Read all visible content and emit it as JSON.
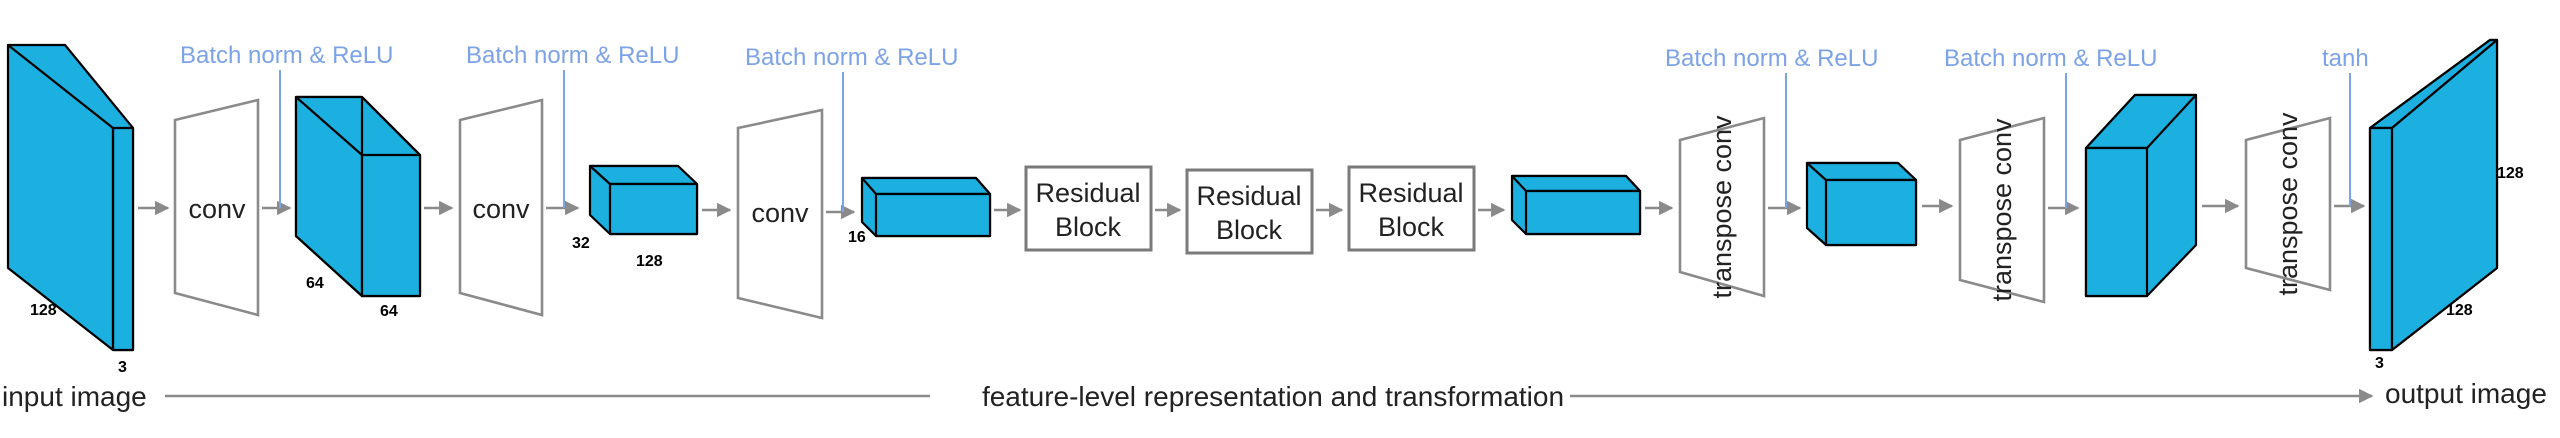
{
  "ops": {
    "batch_norm_relu": "Batch norm & ReLU",
    "tanh": "tanh",
    "conv": "conv",
    "transpose_conv": "transpose conv",
    "residual_line1": "Residual",
    "residual_line2": "Block"
  },
  "dimensions": {
    "input_height": "128",
    "input_depth": "3",
    "conv1_height": "64",
    "conv1_depth": "64",
    "conv2_height": "32",
    "conv2_depth": "128",
    "conv3_height": "16",
    "output_height": "128",
    "output_width": "128",
    "output_depth": "3"
  },
  "bottom": {
    "input_label": "input image",
    "middle_label": "feature-level representation and transformation",
    "output_label": "output image"
  },
  "colors": {
    "block_fill": "#1bb0e0",
    "annotation_blue": "#7ca2e8",
    "arrow_gray": "#8a8a8a"
  }
}
